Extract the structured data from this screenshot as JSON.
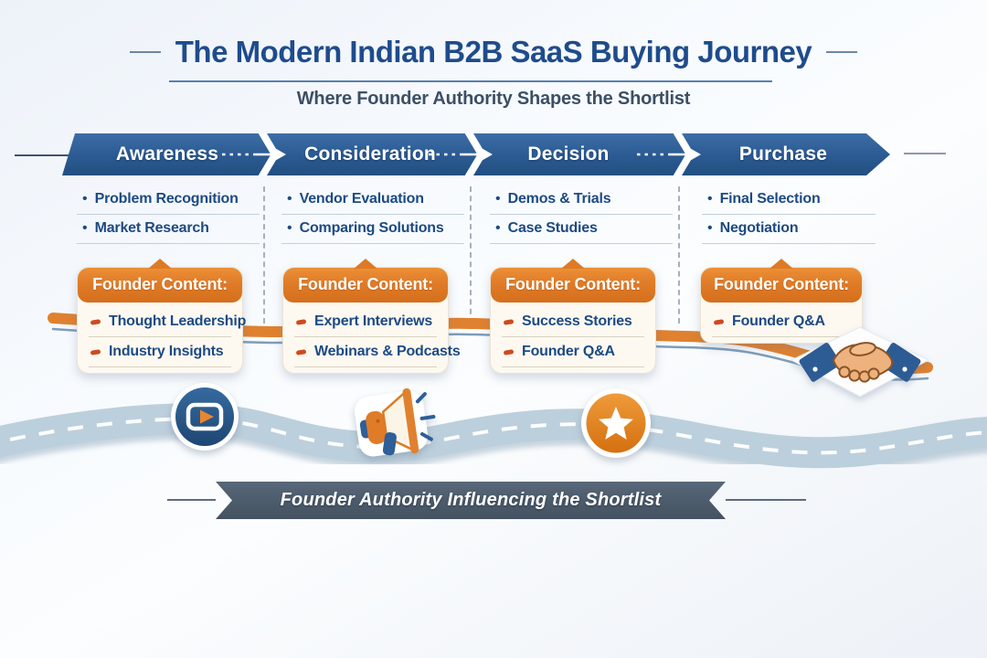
{
  "header": {
    "title": "The Modern Indian B2B SaaS Buying Journey",
    "subtitle": "Where Founder Authority Shapes the Shortlist"
  },
  "stages": [
    {
      "label": "Awareness",
      "bullets": [
        "Problem Recognition",
        "Market Research"
      ],
      "founder_content": {
        "heading": "Founder Content:",
        "bullets": [
          "Thought Leadership",
          "Industry Insights"
        ]
      }
    },
    {
      "label": "Consideration",
      "bullets": [
        "Vendor Evaluation",
        "Comparing Solutions"
      ],
      "founder_content": {
        "heading": "Founder Content:",
        "bullets": [
          "Expert Interviews",
          "Webinars & Podcasts"
        ]
      }
    },
    {
      "label": "Decision",
      "bullets": [
        "Demos & Trials",
        "Case Studies"
      ],
      "founder_content": {
        "heading": "Founder Content:",
        "bullets": [
          "Success Stories",
          "Founder Q&A"
        ]
      }
    },
    {
      "label": "Purchase",
      "bullets": [
        "Final Selection",
        "Negotiation"
      ],
      "founder_content": {
        "heading": "Founder Content:",
        "bullets": [
          "Founder Q&A"
        ]
      }
    }
  ],
  "journey_road": {
    "icons": [
      "video-play-icon",
      "megaphone-icon",
      "star-badge-icon",
      "handshake-icon"
    ]
  },
  "footer_ribbon": {
    "label": "Founder Authority Influencing the Shortlist"
  },
  "colors": {
    "title_blue": "#1e4c8c",
    "banner_blue": "#2b5a92",
    "accent_orange": "#e07b28",
    "bullet_dash_orange": "#cf4a1e",
    "bullet_text_blue": "#1d4a82",
    "card_cream": "#fdf9f1",
    "road_blue": "#bccfdc",
    "ribbon_slate": "#4c5b6b"
  }
}
